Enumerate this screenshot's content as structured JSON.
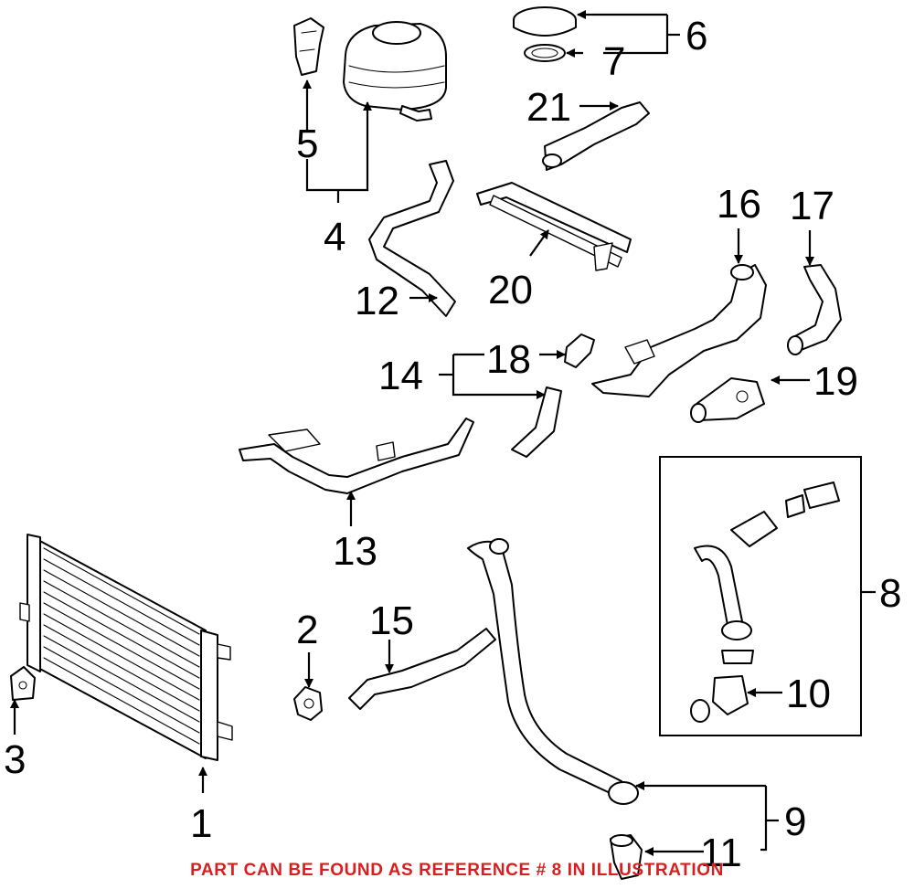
{
  "callouts": [
    "1",
    "2",
    "3",
    "4",
    "5",
    "6",
    "7",
    "8",
    "9",
    "10",
    "11",
    "12",
    "13",
    "14",
    "15",
    "16",
    "17",
    "18",
    "19",
    "20",
    "21"
  ],
  "note": "PART CAN BE FOUND AS REFERENCE # 8 IN ILLUSTRATION",
  "colors": {
    "line": "#000000",
    "background": "#ffffff",
    "note": "#d81f1f"
  }
}
